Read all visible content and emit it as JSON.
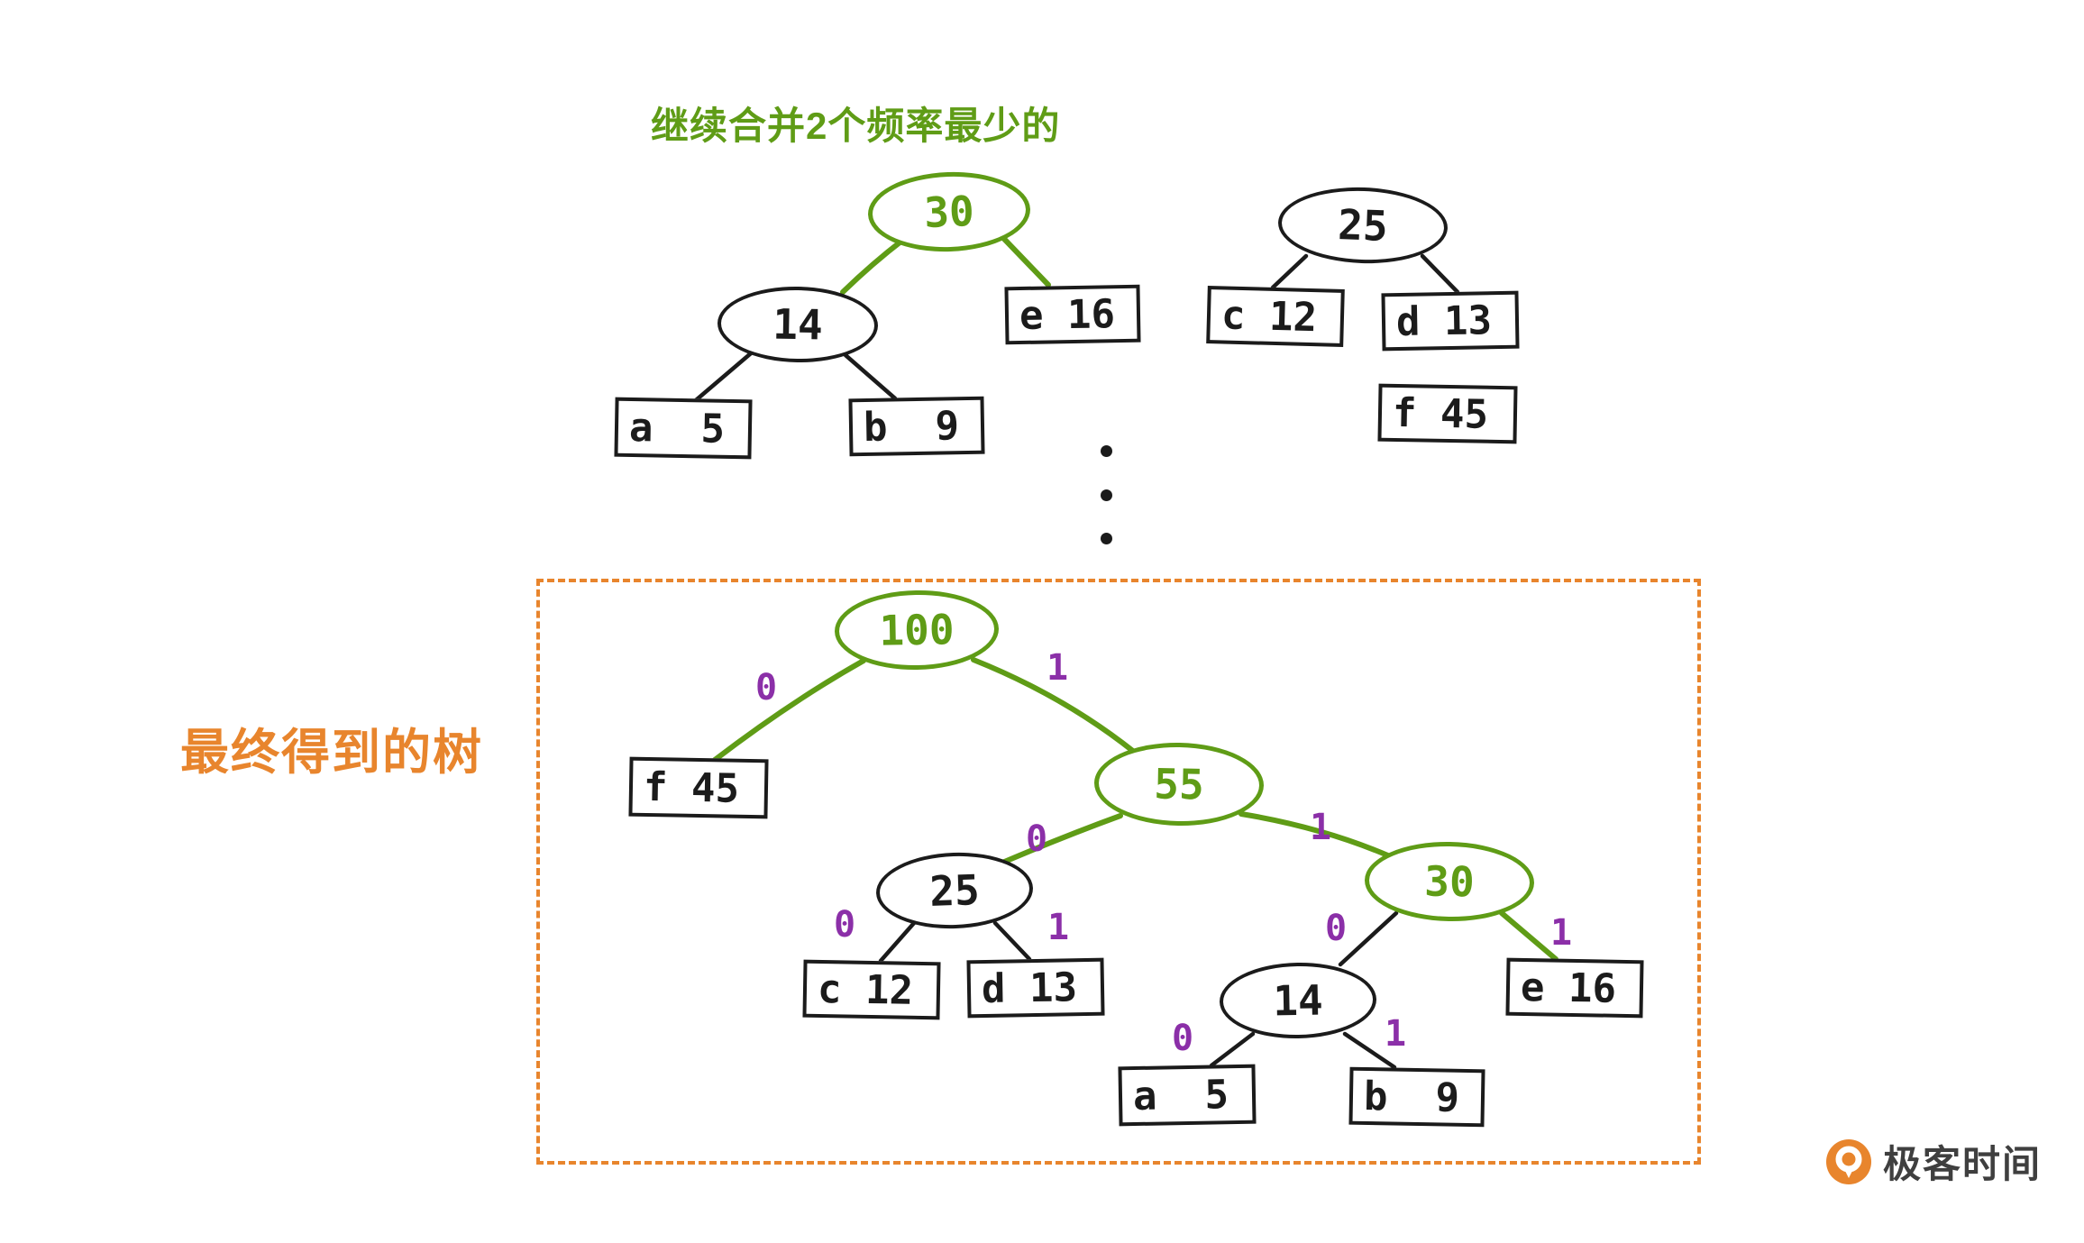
{
  "colors": {
    "green": "#5f9c16",
    "orange": "#e8852d",
    "purple": "#8b2fa8",
    "ink": "#1b1b1b"
  },
  "top_section": {
    "title": "继续合并2个频率最少的",
    "merged_tree": {
      "root": "30",
      "internal_14": "14",
      "leaf_a": "a  5",
      "leaf_b": "b  9",
      "leaf_e": "e 16"
    },
    "pending_tree": {
      "root": "25",
      "leaf_c": "c 12",
      "leaf_d": "d 13",
      "leaf_f": "f 45"
    }
  },
  "final_section": {
    "caption": "最终得到的树",
    "tree": {
      "root_100": "100",
      "leaf_f": "f 45",
      "node_55": "55",
      "node_25": "25",
      "leaf_c": "c 12",
      "leaf_d": "d 13",
      "node_30": "30",
      "node_14": "14",
      "leaf_a": "a  5",
      "leaf_b": "b  9",
      "leaf_e": "e 16"
    },
    "bits": {
      "zero": "0",
      "one": "1"
    }
  },
  "footer": {
    "brand": "极客时间",
    "logo_icon": "geektime-logo"
  }
}
